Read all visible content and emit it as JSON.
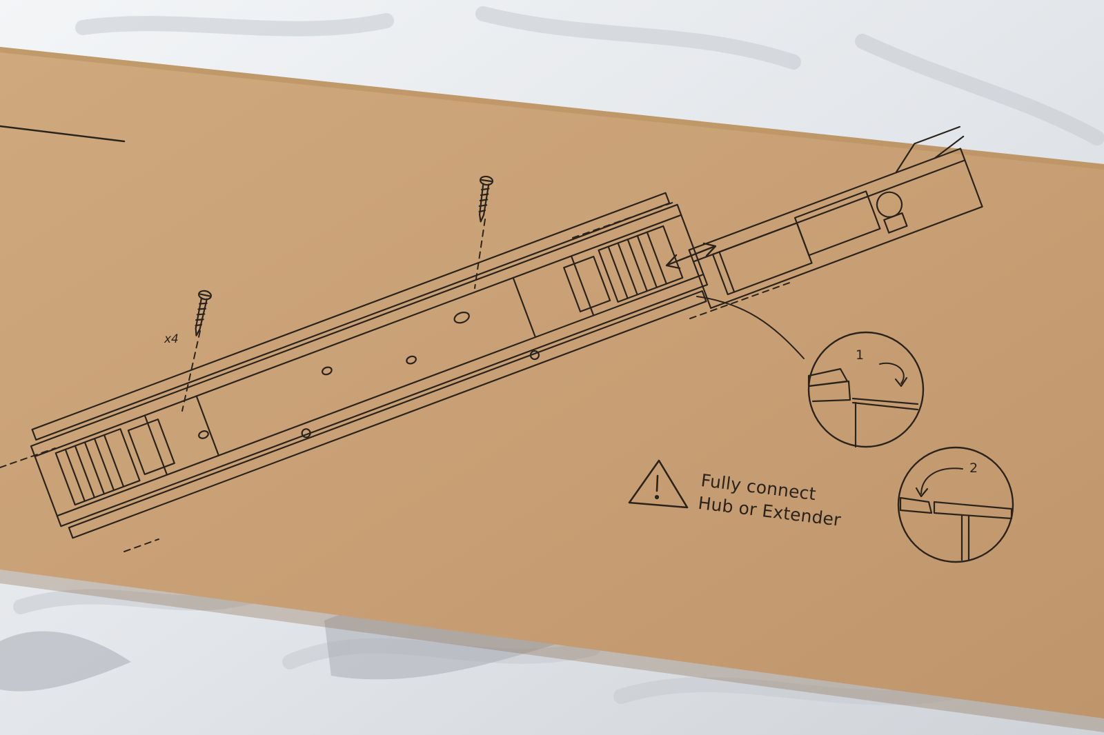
{
  "photo": {
    "colors": {
      "cardboard": "#c9a176",
      "cardboard_shadow": "#b58d63",
      "ink": "#2a231c",
      "fabric_light": "#eef0f3",
      "fabric_shadow": "#b9bcc2"
    }
  },
  "illustration": {
    "screw_quantity": "x4",
    "warning_icon": "warning-triangle-icon",
    "warning_line_1": "Fully connect",
    "warning_line_2": "Hub or Extender",
    "step_1_label": "1",
    "step_2_label": "2"
  }
}
